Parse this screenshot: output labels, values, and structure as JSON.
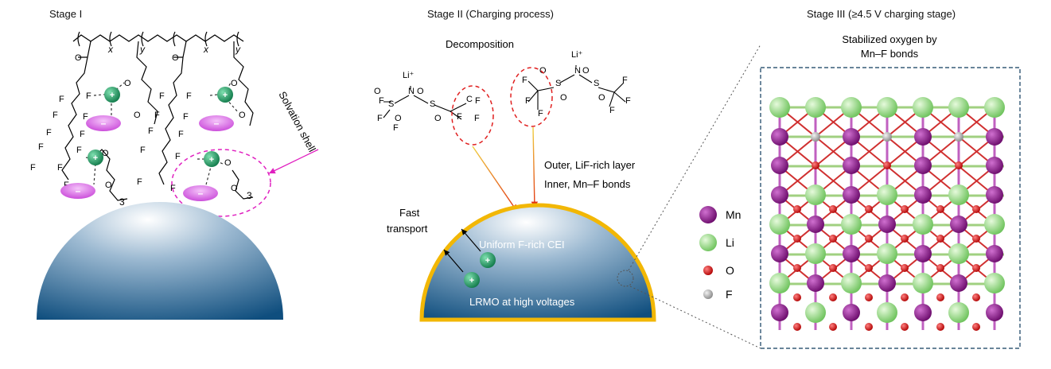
{
  "stages": {
    "stage1": "Stage I",
    "stage2": "Stage II (Charging process)",
    "stage3": "Stage III (≥4.5 V charging stage)"
  },
  "stage1": {
    "solvation_shell": "Solvation shell",
    "subscript_x": "x",
    "subscript_y": "y",
    "subscript_3": "3",
    "atom_F": "F",
    "atom_O": "O"
  },
  "stage2": {
    "decomposition": "Decomposition",
    "li_plus": "Li⁺",
    "outer_layer": "Outer, LiF-rich layer",
    "inner_layer": "Inner, Mn–F bonds",
    "fast_transport": "Fast\ntransport",
    "cei": "Uniform F-rich CEI",
    "lrmo": "LRMO at high voltages"
  },
  "stage3": {
    "stabilized": "Stabilized oxygen by\nMn–F bonds",
    "legend": [
      {
        "symbol": "Mn",
        "color": "#8a1a8a"
      },
      {
        "symbol": "Li",
        "color": "#8fd67f"
      },
      {
        "symbol": "O",
        "color": "#d42020"
      },
      {
        "symbol": "F",
        "color": "#a8a8a8"
      }
    ]
  },
  "colors": {
    "cation": "#1e9a63",
    "anion": "#d75ee0",
    "sphere_dark": "#0f4e7e",
    "cei_border": "#f2b705",
    "solvation_dash": "#e020c0"
  }
}
